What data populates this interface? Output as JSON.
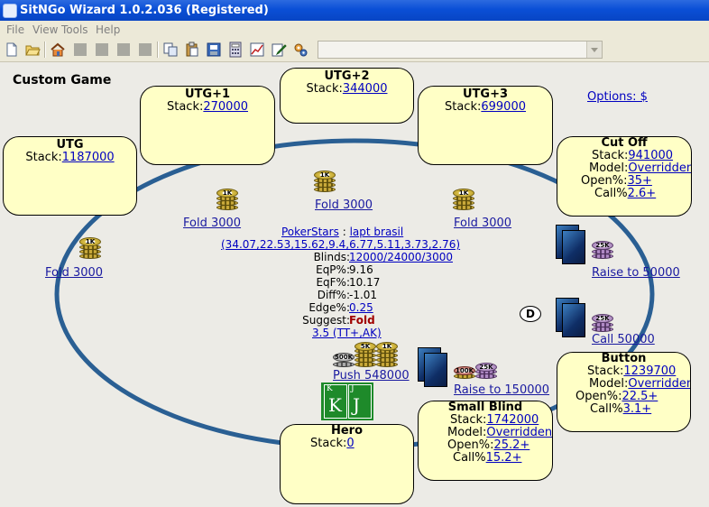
{
  "window": {
    "title": "SitNGo Wizard 1.0.2.036 (Registered)",
    "accent": "#0a4fd6"
  },
  "menu": [
    "File",
    "View",
    "Tools",
    "Help"
  ],
  "toolbar": {
    "icons": [
      "new-file-icon",
      "open-folder-icon",
      "home-icon",
      "disabled-icon",
      "disabled-icon",
      "disabled-icon",
      "disabled-icon",
      "copy-icon",
      "paste-icon",
      "save-image-icon",
      "calculator-icon",
      "chart-icon",
      "edit-icon",
      "settings-icon"
    ],
    "combo_value": ""
  },
  "game": {
    "title": "Custom Game",
    "options_link": "Options: $"
  },
  "seats": {
    "utg": {
      "name": "UTG",
      "stack_label": "Stack:",
      "stack": "1187000"
    },
    "utg1": {
      "name": "UTG+1",
      "stack_label": "Stack:",
      "stack": "270000"
    },
    "utg2": {
      "name": "UTG+2",
      "stack_label": "Stack:",
      "stack": "344000"
    },
    "utg3": {
      "name": "UTG+3",
      "stack_label": "Stack:",
      "stack": "699000"
    },
    "cutoff": {
      "name": "Cut Off",
      "stack_label": "Stack:",
      "stack": "941000",
      "model_label": "Model:",
      "model": "Overridden",
      "open_label": "Open%:",
      "open": "35+",
      "call_label": "Call%",
      "call": "2.6+"
    },
    "button": {
      "name": "Button",
      "stack_label": "Stack:",
      "stack": "1239700",
      "model_label": "Model:",
      "model": "Overridden",
      "open_label": "Open%:",
      "open": "22.5+",
      "call_label": "Call%",
      "call": "3.1+"
    },
    "small_blind": {
      "name": "Small Blind",
      "stack_label": "Stack:",
      "stack": "1742000",
      "model_label": "Model:",
      "model": "Overridden",
      "open_label": "Open%:",
      "open": "25.2+",
      "call_label": "Call%",
      "call": "15.2+"
    },
    "hero": {
      "name": "Hero",
      "stack_label": "Stack:",
      "stack": "0",
      "cards": [
        "K",
        "J"
      ]
    }
  },
  "actions": {
    "utg": "Fold 3000",
    "utg1": "Fold 3000",
    "utg2": "Fold 3000",
    "utg3": "Fold 3000",
    "cutoff": "Raise to 50000",
    "button": "Call 50000",
    "small_blind": "Raise to 150000",
    "hero": "Push 548000"
  },
  "chips": {
    "ante": "1K",
    "cutoff": "25K",
    "button": "25K",
    "small_blind": [
      "100K",
      "25K"
    ],
    "hero": [
      "500K",
      "5K",
      "1K"
    ]
  },
  "dealer_button": "D",
  "info": {
    "site": "PokerStars",
    "separator": ":",
    "tournament": "lapt brasil",
    "stacks": "(34.07,22.53,15.62,9.4,6.77,5.11,3.73,2.76)",
    "blinds_label": "Blinds:",
    "blinds": "12000/24000/3000",
    "eqp_label": "EqP%:",
    "eqp": "9.16",
    "eqf_label": "EqF%:",
    "eqf": "10.17",
    "diff_label": "Diff%:",
    "diff": "-1.01",
    "edge_label": "Edge%:",
    "edge": "0.25",
    "suggest_label": "Suggest:",
    "suggest": "Fold",
    "range": "3.5 (TT+,AK)"
  },
  "colors": {
    "seat_fill": "#ffffc6",
    "table_ring": "#2a5f93",
    "link": "#0000c0",
    "suggest": "#a00000",
    "felt": "#1e8a2a"
  }
}
